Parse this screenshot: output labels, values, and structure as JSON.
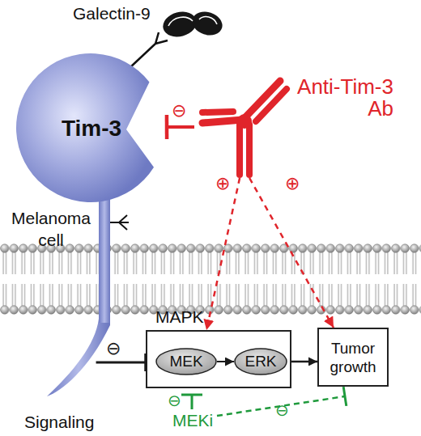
{
  "diagram": {
    "nodes": [
      {
        "text": [
          "Tim-3"
        ]
      },
      {
        "text": [
          "Anti-Tim-3 Ab"
        ]
      },
      {
        "text": [
          "MAPK"
        ]
      },
      {
        "text": [
          "MEK"
        ],
        "in": 2
      },
      {
        "text": [
          "ERK"
        ],
        "in": 2
      },
      {
        "text": [
          "Tumor growth"
        ]
      }
    ],
    "edges": [
      {
        "from": 1,
        "to": 0,
        "arrow": "to",
        "label": "⊖"
      },
      {
        "from": 1,
        "to": 2,
        "arrow": "to",
        "label": "⊕"
      },
      {
        "from": 1,
        "to": 5,
        "arrow": "to",
        "label": "⊕"
      },
      {
        "from": 0,
        "to": 2,
        "arrow": "to",
        "label": "⊖"
      },
      {
        "from": 3,
        "to": 4,
        "arrow": "to"
      },
      {
        "from": 2,
        "to": 5,
        "arrow": "to"
      }
    ],
    "labels": [
      "Galectin-9",
      "Melanoma cell",
      "Signaling",
      "MEKi",
      "⊖",
      "⊖"
    ]
  }
}
